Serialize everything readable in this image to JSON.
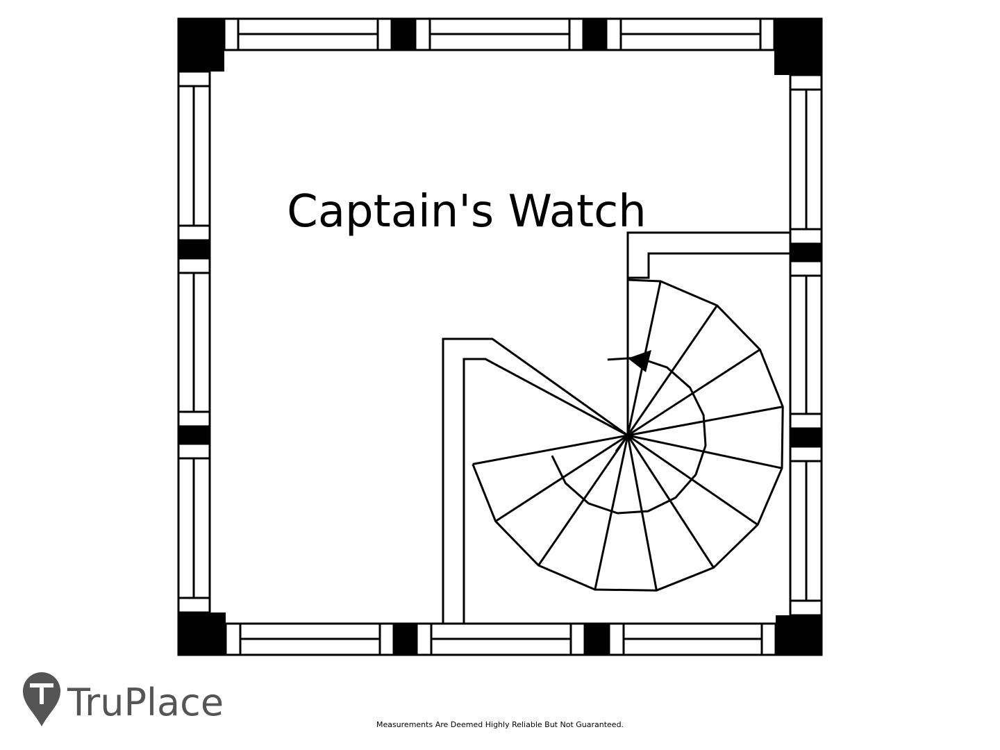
{
  "room": {
    "label": "Captain's Watch"
  },
  "brand": {
    "name": "TruPlace",
    "logo_icon": "map-pin-t-icon"
  },
  "footer": {
    "disclaimer": "Measurements Are Deemed Highly Reliable But Not Guaranteed."
  },
  "colors": {
    "wall": "#000000",
    "background": "#ffffff",
    "logo": "#555555"
  }
}
